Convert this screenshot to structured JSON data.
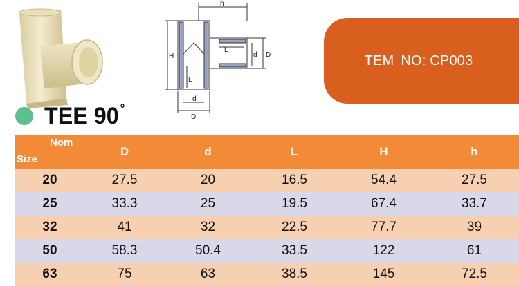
{
  "product": {
    "title": "TEE 90",
    "degree_mark": "°"
  },
  "item": {
    "label": "TEM",
    "number": "NO: CP003"
  },
  "drawing": {
    "label_h": "h",
    "label_H": "H",
    "label_L_top": "L",
    "label_L_left": "L",
    "label_d_right": "d",
    "label_D_right": "D",
    "label_d_bottom": "d",
    "label_D_bottom": "D"
  },
  "table": {
    "size_header_top": "Nom",
    "size_header_bottom": "Size",
    "headers": [
      "D",
      "d",
      "L",
      "H",
      "h"
    ],
    "rows": [
      {
        "size": "20",
        "values": [
          "27.5",
          "20",
          "16.5",
          "54.4",
          "27.5"
        ]
      },
      {
        "size": "25",
        "values": [
          "33.3",
          "25",
          "19.5",
          "67.4",
          "33.7"
        ]
      },
      {
        "size": "32",
        "values": [
          "41",
          "32",
          "22.5",
          "77.7",
          "39"
        ]
      },
      {
        "size": "50",
        "values": [
          "58.3",
          "50.4",
          "33.5",
          "122",
          "61"
        ]
      },
      {
        "size": "63",
        "values": [
          "75",
          "63",
          "38.5",
          "145",
          "72.5"
        ]
      }
    ]
  },
  "colors": {
    "header": "#f28a38",
    "row_odd": "#f7d0b2",
    "row_even": "#d9d8ea",
    "badge": "#d95f1e",
    "dot": "#5bbf8e"
  }
}
